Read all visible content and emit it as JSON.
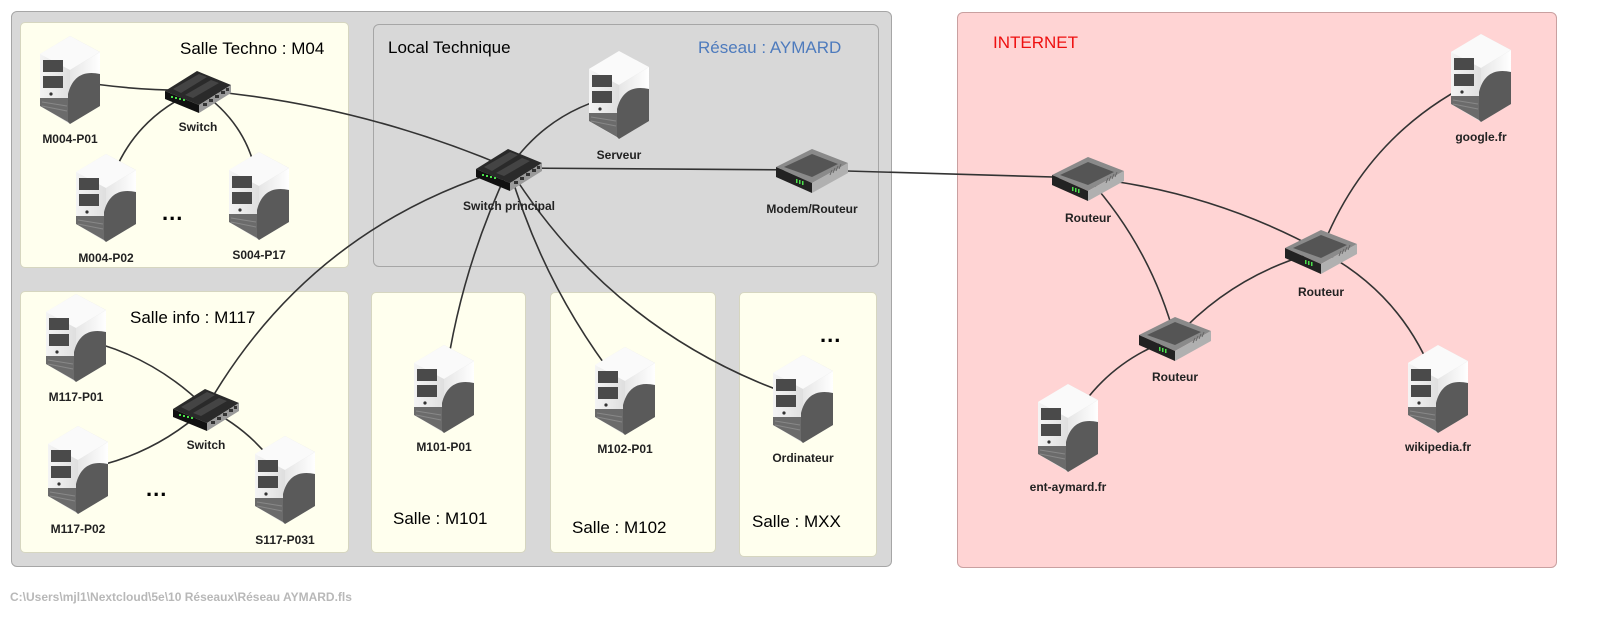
{
  "zones": {
    "network_label": "Réseau : AYMARD",
    "local_technique": "Local Technique",
    "salle_techno": "Salle Techno : M04",
    "salle_info": "Salle info : M117",
    "salle_m101": "Salle : M101",
    "salle_m102": "Salle : M102",
    "salle_mxx": "Salle : MXX",
    "internet": "INTERNET",
    "ellipsis": "..."
  },
  "devices": {
    "m004_p01": "M004-P01",
    "m004_p02": "M004-P02",
    "s004_p17": "S004-P17",
    "switch_m04": "Switch",
    "serveur": "Serveur",
    "switch_principal": "Switch principal",
    "modem_routeur": "Modem/Routeur",
    "m117_p01": "M117-P01",
    "m117_p02": "M117-P02",
    "s117_p031": "S117-P031",
    "switch_m117": "Switch",
    "m101_p01": "M101-P01",
    "m102_p01": "M102-P01",
    "ordinateur": "Ordinateur",
    "routeur_1": "Routeur",
    "routeur_2": "Routeur",
    "routeur_3": "Routeur",
    "google": "google.fr",
    "wikipedia": "wikipedia.fr",
    "ent_aymard": "ent-aymard.fr"
  },
  "connections": [
    [
      "m004_p01",
      "switch_m04"
    ],
    [
      "m004_p02",
      "switch_m04"
    ],
    [
      "s004_p17",
      "switch_m04"
    ],
    [
      "switch_m04",
      "switch_principal"
    ],
    [
      "serveur",
      "switch_principal"
    ],
    [
      "switch_m117",
      "switch_principal"
    ],
    [
      "m117_p01",
      "switch_m117"
    ],
    [
      "m117_p02",
      "switch_m117"
    ],
    [
      "s117_p031",
      "switch_m117"
    ],
    [
      "m101_p01",
      "switch_principal"
    ],
    [
      "m102_p01",
      "switch_principal"
    ],
    [
      "ordinateur",
      "switch_principal"
    ],
    [
      "switch_principal",
      "modem_routeur"
    ],
    [
      "modem_routeur",
      "routeur_1"
    ],
    [
      "routeur_1",
      "routeur_2"
    ],
    [
      "routeur_1",
      "routeur_3"
    ],
    [
      "routeur_2",
      "routeur_3"
    ],
    [
      "routeur_2",
      "google"
    ],
    [
      "routeur_2",
      "wikipedia"
    ],
    [
      "routeur_3",
      "ent_aymard"
    ]
  ],
  "footer_path": "C:\\Users\\mjl1\\Nextcloud\\5e\\10 Réseaux\\Réseau AYMARD.fls"
}
